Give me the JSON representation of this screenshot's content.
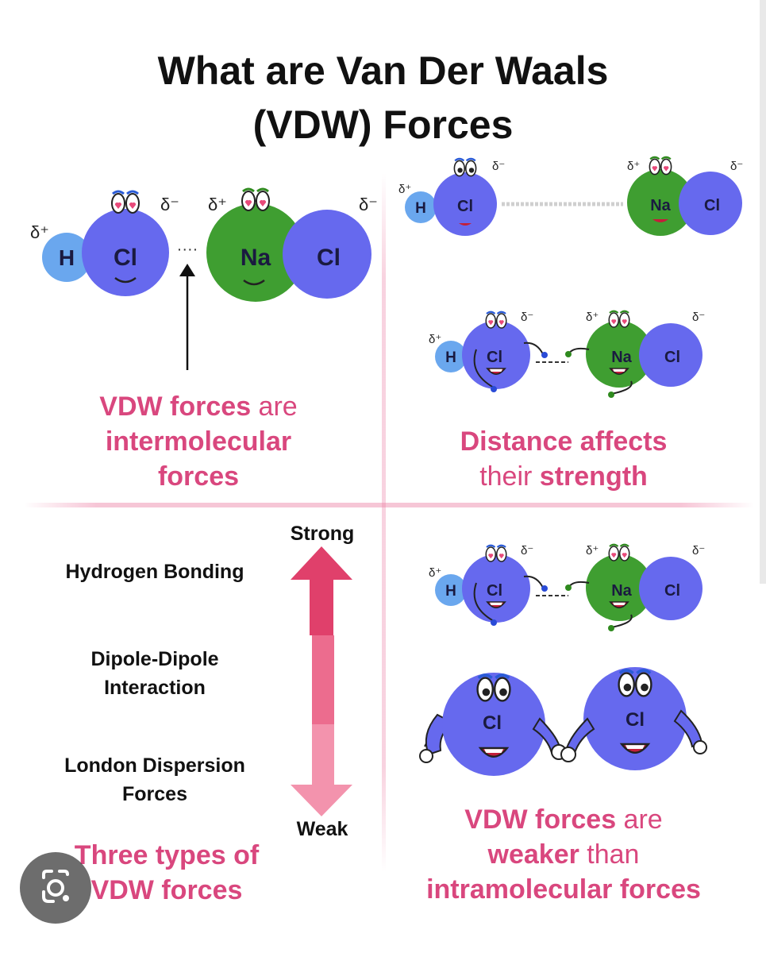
{
  "title_line1": "What are Van Der Waals",
  "title_line2": "(VDW) Forces",
  "panel_tl": {
    "caption_bold1": "VDW forces",
    "caption_light1": " are",
    "caption_line2": "intermolecular",
    "caption_line3": "forces",
    "molecule1": {
      "atom_small": "H",
      "atom_big": "Cl",
      "delta_plus": "δ⁺",
      "delta_minus": "δ⁻"
    },
    "molecule2": {
      "atom_left": "Na",
      "atom_right": "Cl",
      "delta_plus": "δ⁺",
      "delta_minus": "δ⁻"
    }
  },
  "panel_tr": {
    "caption_bold1": "Distance affects",
    "caption_light2": "their ",
    "caption_bold2": "strength"
  },
  "panel_bl": {
    "strong_label": "Strong",
    "weak_label": "Weak",
    "type1": "Hydrogen Bonding",
    "type2_line1": "Dipole-Dipole",
    "type2_line2": "Interaction",
    "type3_line1": "London Dispersion",
    "type3_line2": "Forces",
    "caption_line1": "Three types of",
    "caption_line2": "VDW forces"
  },
  "panel_br": {
    "caption_bold1": "VDW forces",
    "caption_light1": " are",
    "caption_bold2": "weaker",
    "caption_light2": " than",
    "caption_bold3": "intramolecular forces",
    "cl_left": "Cl",
    "cl_right": "Cl"
  },
  "colors": {
    "chlorine": "#6669ee",
    "sodium": "#3f9e31",
    "hydrogen": "#6aa7ee",
    "pink": "#d9477e",
    "arrow_dark": "#e0406b",
    "arrow_mid": "#ec6c8e",
    "arrow_light": "#f393ad"
  },
  "icons": [
    "eyes-icon",
    "heart-eyes-icon",
    "smile-icon",
    "google-lens-icon"
  ]
}
